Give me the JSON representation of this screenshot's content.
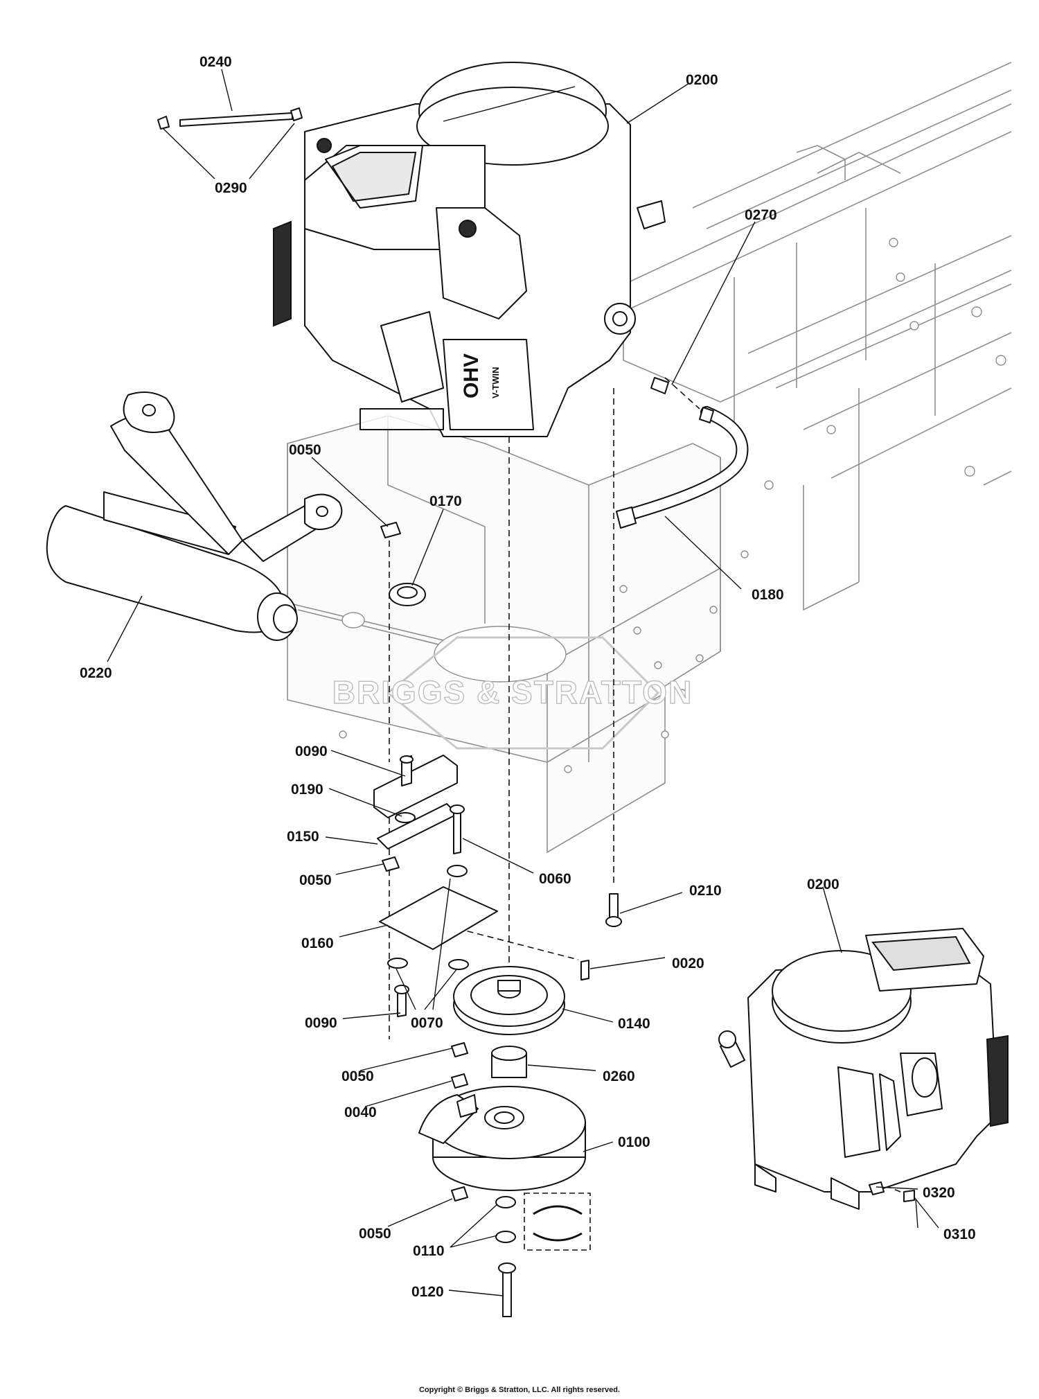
{
  "callouts": {
    "c0240": "0240",
    "c0290": "0290",
    "c0200_top": "0200",
    "c0270": "0270",
    "c0050_a": "0050",
    "c0170": "0170",
    "c0180": "0180",
    "c0220": "0220",
    "c0090_a": "0090",
    "c0190": "0190",
    "c0150": "0150",
    "c0050_b": "0050",
    "c0060": "0060",
    "c0210": "0210",
    "c0200_side": "0200",
    "c0160": "0160",
    "c0020": "0020",
    "c0090_b": "0090",
    "c0070": "0070",
    "c0140": "0140",
    "c0050_c": "0050",
    "c0260": "0260",
    "c0040": "0040",
    "c0100": "0100",
    "c0320": "0320",
    "c0310": "0310",
    "c0050_d": "0050",
    "c0110": "0110",
    "c0120": "0120"
  },
  "engine_badge": "OHV",
  "engine_badge_sub": "V-TWIN",
  "watermark": "BRIGGS & STRATTON",
  "copyright": "Copyright © Briggs & Stratton, LLC. All rights reserved."
}
